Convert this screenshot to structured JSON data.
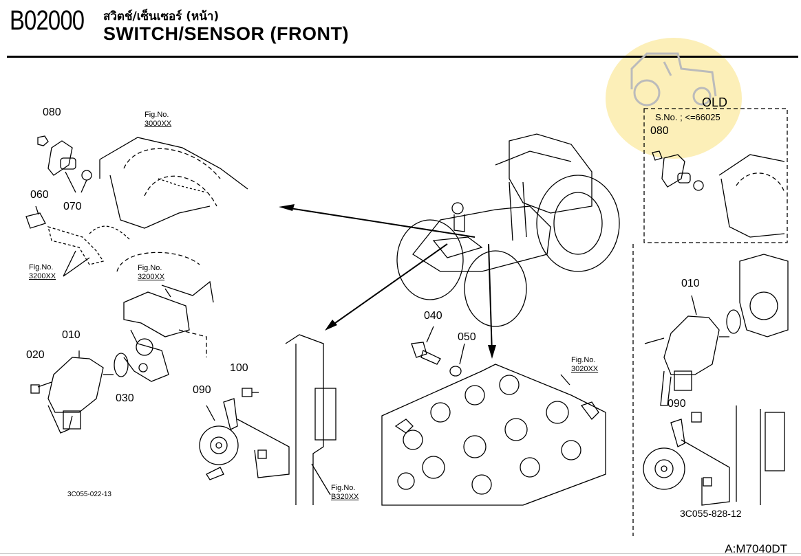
{
  "header": {
    "code": "B02000",
    "title_thai": "สวิตช์/เซ็นเซอร์ (หน้า)",
    "title_en": "SWITCH/SENSOR (FRONT)"
  },
  "callouts": {
    "p080": "080",
    "p070": "070",
    "p060": "060",
    "p010": "010",
    "p020": "020",
    "p030": "030",
    "p100": "100",
    "p090": "090",
    "p040": "040",
    "p050": "050",
    "old_p080": "080",
    "old_p010": "010",
    "old_p090": "090"
  },
  "fig_refs": {
    "f1_label": "Fig.No.",
    "f1_num": "3000XX",
    "f2_label": "Fig.No.",
    "f2_num": "3200XX",
    "f3_label": "Fig.No.",
    "f3_num": "3200XX",
    "f4_label": "Fig.No.",
    "f4_num": "3020XX",
    "f5_label": "Fig.No.",
    "f5_num": "B320XX"
  },
  "drawing_codes": {
    "left": "3C055-022-13",
    "right": "3C055-828-12"
  },
  "old_box": {
    "label": "OLD",
    "serial": "S.No. ; <=66025"
  },
  "model": "A:M7040DT",
  "watermark": {
    "color": "#fbe9a0",
    "icon": "tractor-icon"
  }
}
